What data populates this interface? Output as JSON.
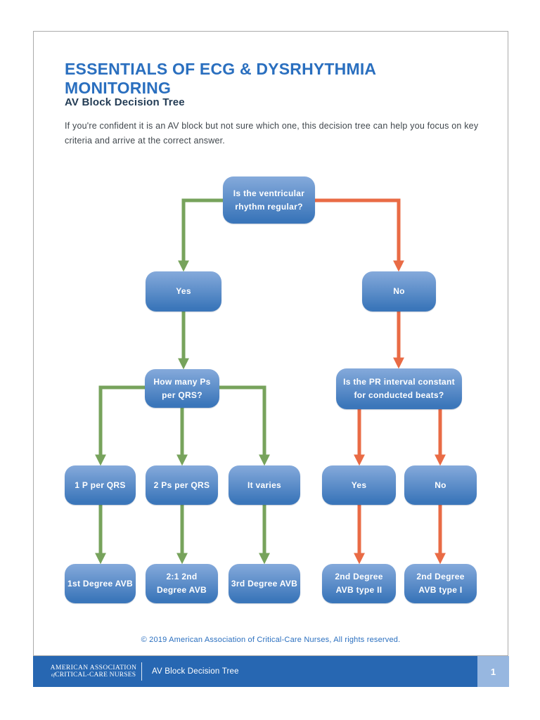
{
  "page": {
    "title": "ESSENTIALS OF ECG & DYSRHYTHMIA MONITORING",
    "subtitle": "AV Block Decision Tree",
    "intro": "If you're confident it is an AV block but not sure which one, this decision tree can help you focus on key criteria and arrive at the correct answer.",
    "copyright": "© 2019 American Association of Critical-Care Nurses, All rights reserved."
  },
  "footer": {
    "logo_line1": "AMERICAN ASSOCIATION",
    "logo_of": "of",
    "logo_line2": "CRITICAL-CARE NURSES",
    "doc_title": "AV Block Decision Tree",
    "page_number": "1"
  },
  "colors": {
    "accent_blue": "#2a6fbf",
    "node_top": "#85aadb",
    "node_bottom": "#3b76ba",
    "green": "#77a35c",
    "orange": "#e96b45",
    "footer_bar": "#2767b2",
    "page_box": "#97b7e0"
  },
  "diagram": {
    "nodes": {
      "q_top": {
        "label": "Is the ventricular\nrhythm regular?"
      },
      "yes_left": {
        "label": "Yes"
      },
      "no_right": {
        "label": "No"
      },
      "q_left": {
        "label": "How many Ps\nper QRS?"
      },
      "q_right": {
        "label": "Is the PR interval constant\nfor conducted beats?"
      },
      "one_p_per_qrs": {
        "label": "1 P per QRS"
      },
      "two_ps_per_qrs": {
        "label": "2 Ps per QRS"
      },
      "it_varies": {
        "label": "It varies"
      },
      "yes_right": {
        "label": "Yes"
      },
      "no_far_right": {
        "label": "No"
      },
      "first_degree": {
        "label": "1st Degree AVB"
      },
      "two_one_second_degree": {
        "label": "2:1 2nd\nDegree AVB"
      },
      "third_degree": {
        "label": "3rd Degree AVB"
      },
      "second_degree_type2": {
        "label": "2nd Degree\nAVB type II"
      },
      "second_degree_type1": {
        "label": "2nd Degree\nAVB type I"
      }
    }
  }
}
